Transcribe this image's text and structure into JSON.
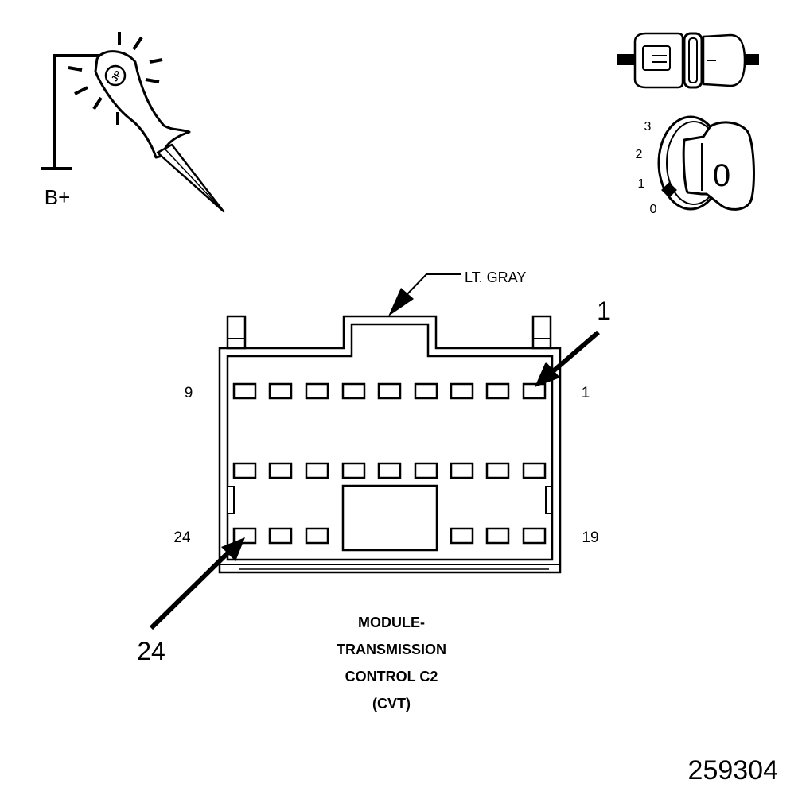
{
  "probe": {
    "label": "B+",
    "icon": "test-light-probe-icon",
    "brand_mark": "JP"
  },
  "ignition": {
    "icon": "ignition-key-icon",
    "positions": [
      "3",
      "2",
      "1",
      "0"
    ],
    "key_label": "0",
    "connector_icon": "disconnected-connector-icon"
  },
  "connector": {
    "color_label": "LT. GRAY",
    "pin_labels": {
      "top_left": "9",
      "top_right": "1",
      "bottom_left": "24",
      "bottom_right": "19"
    },
    "callout_start": "1",
    "callout_end": "24"
  },
  "title": {
    "line1": "MODULE-",
    "line2": "TRANSMISSION",
    "line3": "CONTROL C2",
    "line4": "(CVT)"
  },
  "figure_number": "259304"
}
